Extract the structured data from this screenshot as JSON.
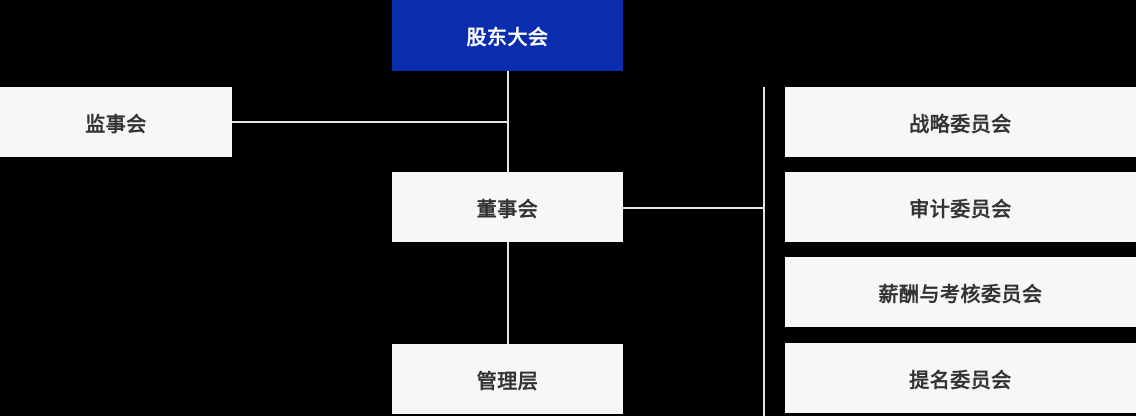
{
  "org_chart": {
    "title": "corporate-governance-structure",
    "nodes": {
      "shareholders_meeting": {
        "label": "股东大会",
        "level": "root"
      },
      "supervisory_board": {
        "label": "监事会"
      },
      "board_of_directors": {
        "label": "董事会"
      },
      "management": {
        "label": "管理层"
      },
      "strategy_committee": {
        "label": "战略委员会"
      },
      "audit_committee": {
        "label": "审计委员会"
      },
      "remuneration_committee": {
        "label": "薪酬与考核委员会"
      },
      "nomination_committee": {
        "label": "提名委员会"
      }
    },
    "connections": [
      "股东大会 → 董事会",
      "董事会 → 管理层",
      "监事会 — 股东大会/董事会连线",
      "董事会 — 委员会竖线(战略/审计/薪酬与考核/提名)"
    ],
    "colors": {
      "background": "#000000",
      "root_box_bg": "#0a2dae",
      "root_box_text": "#ffffff",
      "node_box_bg": "#f6f7f9",
      "node_box_text": "#333333",
      "connector_line": "#e6e6e6"
    }
  }
}
